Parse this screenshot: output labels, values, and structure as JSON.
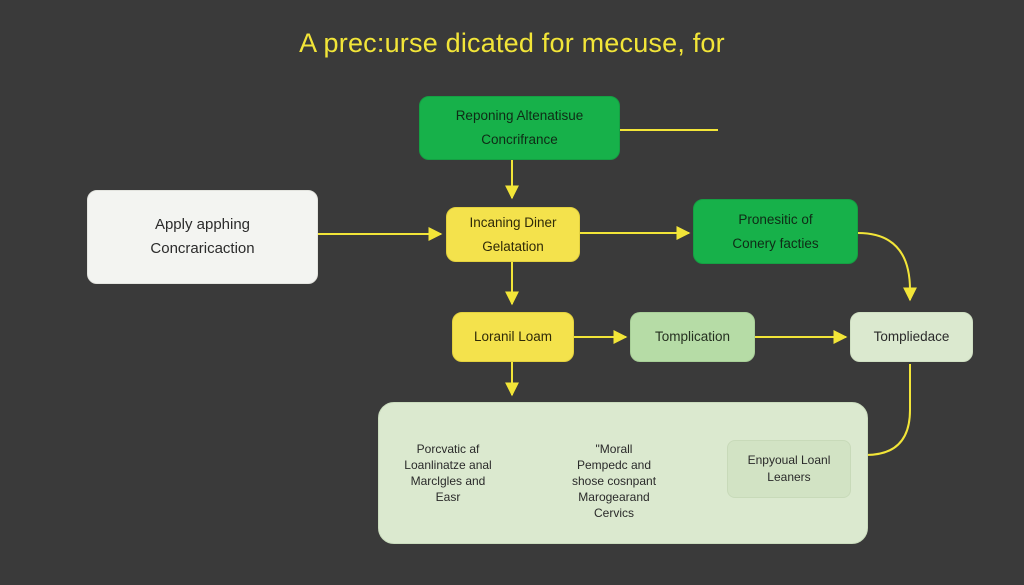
{
  "title": "A prec:urse dicated for mecuse, for",
  "nodes": {
    "top": {
      "text": "Reponing Altenatisue\nConcrifrance"
    },
    "left": {
      "text": "Apply apphing\nConcraricaction"
    },
    "center": {
      "text": "Incaning Diner\nGelatation"
    },
    "right_green": {
      "text": "Pronesitic of\nConery facties"
    },
    "loan": {
      "text": "Loranil Loam"
    },
    "templication": {
      "text": "Tomplication"
    },
    "templiedace": {
      "text": "Tompliedace"
    }
  },
  "panel": {
    "items": [
      {
        "text": "Porcvatic af\nLoanlinatze anal\nMarclgles and\nEasr"
      },
      {
        "text": "\"Morall\nPempedc and\nshose cosnpant\nMarogearand\nCervics"
      },
      {
        "text": "Enpyoual Loanl\nLeaners"
      }
    ]
  },
  "colors": {
    "background": "#3a3a3a",
    "title": "#f2e538",
    "connector": "#f2e538",
    "green": "#17b14a",
    "yellow": "#f4e24c",
    "light_green": "#b6dca6",
    "pale_green": "#dbe9cf",
    "white": "#f3f4f1"
  }
}
